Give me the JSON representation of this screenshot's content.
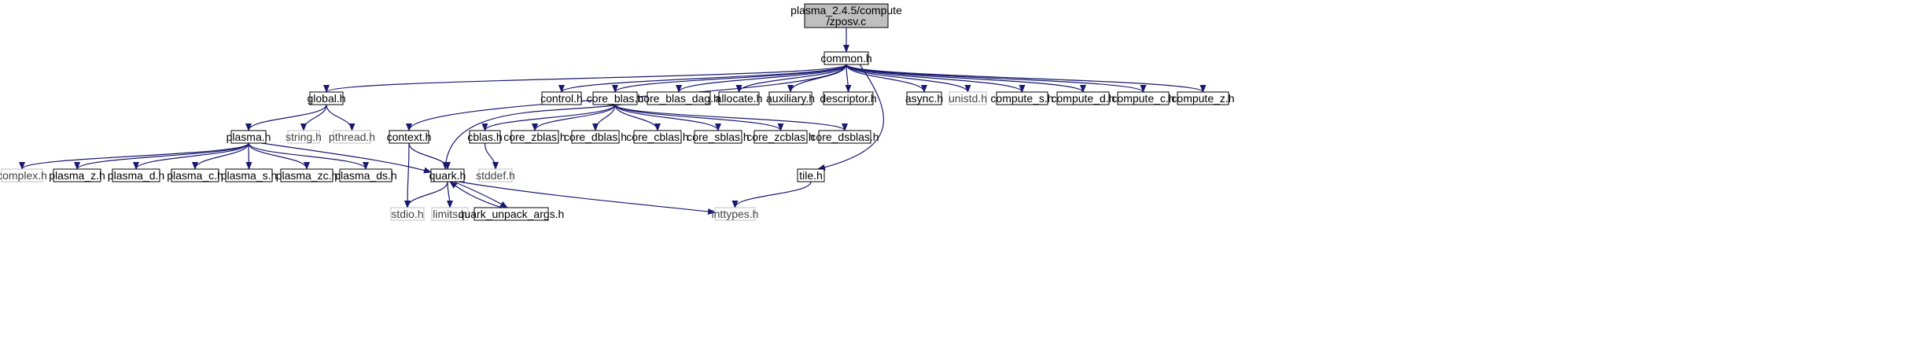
{
  "graph": {
    "root": {
      "id": "root",
      "lines": [
        "plasma_2.4.5/compute",
        "/zposv.c"
      ],
      "style": "root"
    },
    "nodes": [
      {
        "id": "common",
        "label": "common.h",
        "style": "normal"
      },
      {
        "id": "global",
        "label": "global.h",
        "style": "normal"
      },
      {
        "id": "control",
        "label": "control.h",
        "style": "normal"
      },
      {
        "id": "core_blas",
        "label": "core_blas.h",
        "style": "normal"
      },
      {
        "id": "core_blas_dag",
        "label": "core_blas_dag.h",
        "style": "normal"
      },
      {
        "id": "allocate",
        "label": "allocate.h",
        "style": "normal"
      },
      {
        "id": "auxiliary",
        "label": "auxiliary.h",
        "style": "normal"
      },
      {
        "id": "descriptor",
        "label": "descriptor.h",
        "style": "normal"
      },
      {
        "id": "async",
        "label": "async.h",
        "style": "normal"
      },
      {
        "id": "unistd",
        "label": "unistd.h",
        "style": "external"
      },
      {
        "id": "compute_s",
        "label": "compute_s.h",
        "style": "normal"
      },
      {
        "id": "compute_d",
        "label": "compute_d.h",
        "style": "normal"
      },
      {
        "id": "compute_c",
        "label": "compute_c.h",
        "style": "normal"
      },
      {
        "id": "compute_z",
        "label": "compute_z.h",
        "style": "normal"
      },
      {
        "id": "plasma",
        "label": "plasma.h",
        "style": "normal"
      },
      {
        "id": "string",
        "label": "string.h",
        "style": "external"
      },
      {
        "id": "pthread",
        "label": "pthread.h",
        "style": "external"
      },
      {
        "id": "context",
        "label": "context.h",
        "style": "normal"
      },
      {
        "id": "cblas",
        "label": "cblas.h",
        "style": "normal"
      },
      {
        "id": "core_zblas",
        "label": "core_zblas.h",
        "style": "normal"
      },
      {
        "id": "core_dblas",
        "label": "core_dblas.h",
        "style": "normal"
      },
      {
        "id": "core_cblas",
        "label": "core_cblas.h",
        "style": "normal"
      },
      {
        "id": "core_sblas",
        "label": "core_sblas.h",
        "style": "normal"
      },
      {
        "id": "core_zcblas",
        "label": "core_zcblas.h",
        "style": "normal"
      },
      {
        "id": "core_dsblas",
        "label": "core_dsblas.h",
        "style": "normal"
      },
      {
        "id": "stddef",
        "label": "stddef.h",
        "style": "external"
      },
      {
        "id": "complex",
        "label": "complex.h",
        "style": "external"
      },
      {
        "id": "plasma_z",
        "label": "plasma_z.h",
        "style": "normal"
      },
      {
        "id": "plasma_d",
        "label": "plasma_d.h",
        "style": "normal"
      },
      {
        "id": "plasma_c",
        "label": "plasma_c.h",
        "style": "normal"
      },
      {
        "id": "plasma_s",
        "label": "plasma_s.h",
        "style": "normal"
      },
      {
        "id": "plasma_zc",
        "label": "plasma_zc.h",
        "style": "normal"
      },
      {
        "id": "plasma_ds",
        "label": "plasma_ds.h",
        "style": "normal"
      },
      {
        "id": "quark",
        "label": "quark.h",
        "style": "normal"
      },
      {
        "id": "tile",
        "label": "tile.h",
        "style": "normal"
      },
      {
        "id": "stdio",
        "label": "stdio.h",
        "style": "external"
      },
      {
        "id": "limits",
        "label": "limits.h",
        "style": "external"
      },
      {
        "id": "quark_unpack_args",
        "label": "quark_unpack_args.h",
        "style": "normal"
      },
      {
        "id": "inttypes",
        "label": "inttypes.h",
        "style": "external"
      }
    ],
    "edges": [
      [
        "root",
        "common"
      ],
      [
        "common",
        "global"
      ],
      [
        "common",
        "control"
      ],
      [
        "common",
        "core_blas"
      ],
      [
        "common",
        "core_blas_dag"
      ],
      [
        "common",
        "allocate"
      ],
      [
        "common",
        "auxiliary"
      ],
      [
        "common",
        "descriptor"
      ],
      [
        "common",
        "async"
      ],
      [
        "common",
        "unistd"
      ],
      [
        "common",
        "compute_s"
      ],
      [
        "common",
        "compute_d"
      ],
      [
        "common",
        "compute_c"
      ],
      [
        "common",
        "compute_z"
      ],
      [
        "common",
        "context"
      ],
      [
        "common",
        "tile"
      ],
      [
        "global",
        "plasma"
      ],
      [
        "global",
        "string"
      ],
      [
        "global",
        "pthread"
      ],
      [
        "plasma",
        "complex"
      ],
      [
        "plasma",
        "plasma_z"
      ],
      [
        "plasma",
        "plasma_d"
      ],
      [
        "plasma",
        "plasma_c"
      ],
      [
        "plasma",
        "plasma_s"
      ],
      [
        "plasma",
        "plasma_zc"
      ],
      [
        "plasma",
        "plasma_ds"
      ],
      [
        "plasma",
        "quark"
      ],
      [
        "core_blas",
        "cblas"
      ],
      [
        "core_blas",
        "core_zblas"
      ],
      [
        "core_blas",
        "core_dblas"
      ],
      [
        "core_blas",
        "core_cblas"
      ],
      [
        "core_blas",
        "core_sblas"
      ],
      [
        "core_blas",
        "core_zcblas"
      ],
      [
        "core_blas",
        "core_dsblas"
      ],
      [
        "core_blas",
        "quark"
      ],
      [
        "cblas",
        "stddef"
      ],
      [
        "context",
        "quark"
      ],
      [
        "context",
        "stdio"
      ],
      [
        "quark",
        "stdio"
      ],
      [
        "quark",
        "limits"
      ],
      [
        "quark",
        "quark_unpack_args"
      ],
      [
        "quark",
        "inttypes"
      ],
      [
        "quark_unpack_args",
        "quark"
      ],
      [
        "tile",
        "inttypes"
      ]
    ],
    "colors": {
      "edge": "#191970",
      "node_border": "#000000",
      "external_border": "#bfbfbf",
      "root_fill": "#bfbfbf",
      "node_fill": "#ffffff"
    }
  }
}
